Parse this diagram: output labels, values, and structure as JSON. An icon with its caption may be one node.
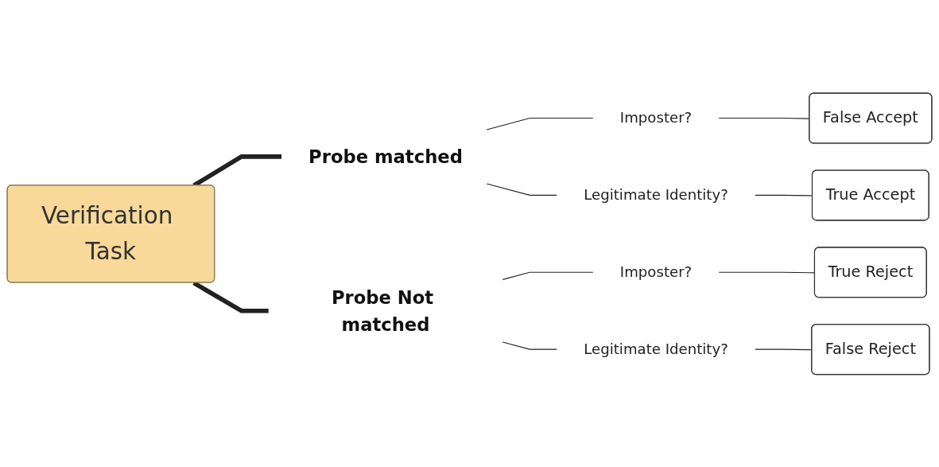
{
  "diagram": {
    "nodes": [
      {
        "text": [
          "Verification Task"
        ]
      },
      {
        "text": [
          "Probe matched"
        ]
      },
      {
        "text": [
          "Imposter?"
        ]
      },
      {
        "text": [
          "False Accept"
        ]
      },
      {
        "text": [
          "Legitimate Identity?"
        ]
      },
      {
        "text": [
          "True Accept"
        ]
      },
      {
        "text": [
          "Probe Not matched"
        ]
      },
      {
        "text": [
          "Imposter?"
        ]
      },
      {
        "text": [
          "True Reject"
        ]
      },
      {
        "text": [
          "Legitimate Identity?"
        ]
      },
      {
        "text": [
          "False Reject"
        ]
      }
    ],
    "edges": [
      {
        "from": 0,
        "to": 1,
        "arrow": "none",
        "style": "thick"
      },
      {
        "from": 1,
        "to": 2,
        "arrow": "none"
      },
      {
        "from": 2,
        "to": 3,
        "arrow": "none"
      },
      {
        "from": 1,
        "to": 4,
        "arrow": "none"
      },
      {
        "from": 4,
        "to": 5,
        "arrow": "none"
      },
      {
        "from": 0,
        "to": 6,
        "arrow": "none",
        "style": "thick"
      },
      {
        "from": 6,
        "to": 7,
        "arrow": "none"
      },
      {
        "from": 7,
        "to": 8,
        "arrow": "none"
      },
      {
        "from": 6,
        "to": 9,
        "arrow": "none"
      },
      {
        "from": 9,
        "to": 10,
        "arrow": "none"
      }
    ]
  }
}
